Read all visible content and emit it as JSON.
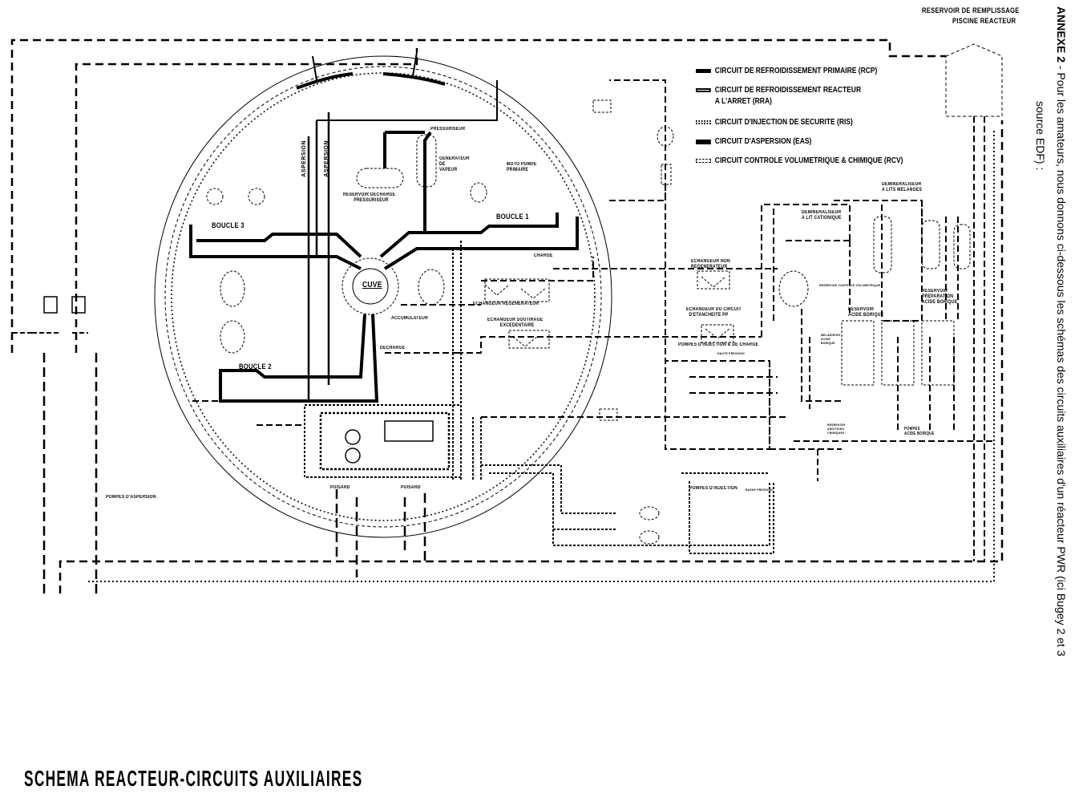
{
  "title": "SCHEMA REACTEUR-CIRCUITS AUXILIAIRES",
  "annex": {
    "heading": "ANNEXE 2",
    "line1": " - Pour les amateurs, nous donnons ci-dessous les schémas des circuits auxiliaires d'un réacteur PWR (ici Bugey 2 et 3",
    "line2": "source EDF) :"
  },
  "legend": [
    {
      "label": "CIRCUIT DE REFROIDISSEMENT PRIMAIRE (RCP)",
      "style": "solid"
    },
    {
      "label": "CIRCUIT DE REFROIDISSEMENT REACTEUR",
      "label2": "A L'ARRET (RRA)",
      "style": "hollow"
    },
    {
      "label": "CIRCUIT D'INJECTION DE SECURITE (RIS)",
      "style": "dotted"
    },
    {
      "label": "CIRCUIT D'ASPERSION (EAS)",
      "style": "solid-end"
    },
    {
      "label": "CIRCUIT CONTROLE VOLUMETRIQUE & CHIMIQUE (RCV)",
      "style": "dashed"
    }
  ],
  "labels": {
    "reservoir_piscine_1": "RESERVOIR DE REMPLISSAGE",
    "reservoir_piscine_2": "PISCINE REACTEUR",
    "pressuriseur": "PRESSURISEUR",
    "generateur_1": "GENERATEUR",
    "generateur_2": "DE",
    "generateur_3": "VAPEUR",
    "moto_pompe_1": "MOTO POMPE",
    "moto_pompe_2": "PRIMAIRE",
    "reservoir_decharge_1": "RESERVOIR DECHARGE",
    "reservoir_decharge_2": "PRESSURISEUR",
    "aspersion": "ASPERSION",
    "boucle_1": "BOUCLE 1",
    "boucle_2": "BOUCLE 2",
    "boucle_3": "BOUCLE 3",
    "cuve": "CUVE",
    "charge": "CHARGE",
    "accumulateur": "ACCUMULATEUR",
    "echangeur_regenerateur": "ECHANGEUR REGENERATEUR",
    "echangeur_soutirage_1": "ECHANGEUR SOUTIRAGE",
    "echangeur_soutirage_2": "EXCEDENTAIRE",
    "decharge": "DECHARGE",
    "echangeur_non_regen_1": "ECHANGEUR NON",
    "echangeur_non_regen_2": "REGENERATEUR",
    "echangeur_etancheite_1": "ECHANGEUR DU CIRCUIT",
    "echangeur_etancheite_2": "D'ETANCHEITE PP",
    "pompes_injection_charge": "POMPES D'INJECTION & DE CHARGE",
    "haute_pression": "HAUTE PRESSION",
    "demin_cationique_1": "DEMINERALISEUR",
    "demin_cationique_2": "A LIT CATIONIQUE",
    "demin_melanges_1": "DEMINERALISEUR",
    "demin_melanges_2": "A LITS MELANGES",
    "reservoir_controle": "RESERVOIR CONTROLE VOLUMETRIQUE",
    "reservoir_acide_1": "RESERVOIR",
    "reservoir_acide_2": "ACIDE BORIQUE",
    "reservoir_prep_1": "RESERVOIR",
    "reservoir_prep_2": "PREPARATION",
    "reservoir_prep_3": "ACIDE BORIQUE",
    "melangeur_1": "MELANGEUR",
    "melangeur_2": "ACIDE",
    "melangeur_3": "BORIQUE",
    "additions_1": "RESERVOIR",
    "additions_2": "ADDITIONS",
    "additions_3": "CHIMIQUES",
    "pompes_acide_1": "POMPES",
    "pompes_acide_2": "ACIDE BORIQUE",
    "pompes_injection_bp": "POMPES D'INJECTION",
    "basse_pression": "BASSE PRESSION",
    "pompes_aspersion": "POMPES D'ASPERSION",
    "puisard": "PUISARD"
  }
}
